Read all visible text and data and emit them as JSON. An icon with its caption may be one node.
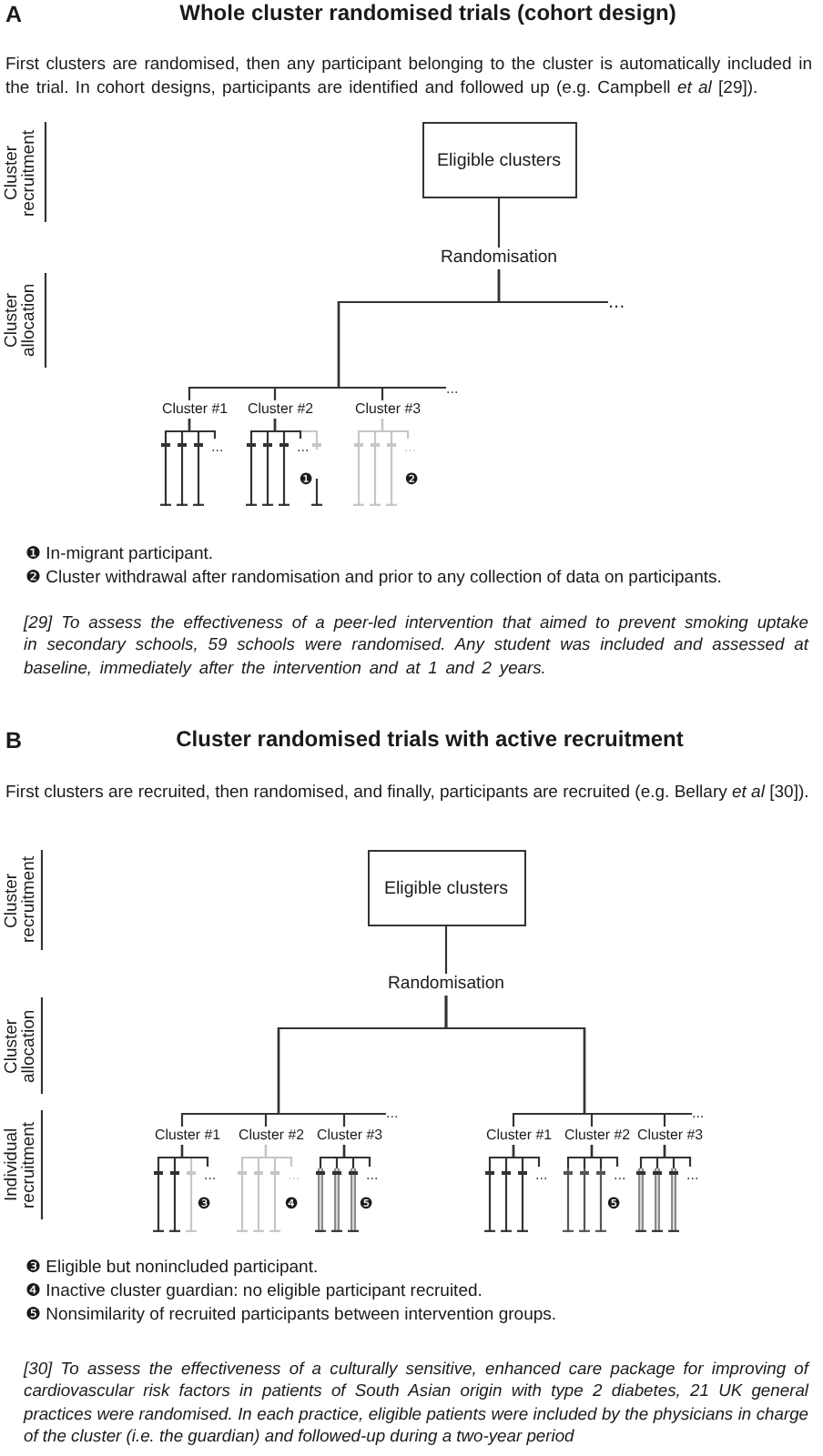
{
  "diagram": {
    "nodes": [
      {
        "text": [
          "Eligible clusters"
        ]
      },
      {
        "text": [
          "Randomisation"
        ]
      },
      {
        "text": [
          "..."
        ]
      },
      {
        "text": [
          "Cluster #1"
        ]
      },
      {
        "text": [
          "Cluster #2"
        ]
      },
      {
        "text": [
          "Cluster #3"
        ]
      },
      {
        "text": [
          "..."
        ]
      },
      {
        "text": [],
        "shape": "bar"
      },
      {
        "text": [],
        "shape": "bar"
      },
      {
        "text": [],
        "shape": "bar"
      },
      {
        "text": [
          "..."
        ]
      },
      {
        "text": [],
        "shape": "bar"
      },
      {
        "text": [],
        "shape": "bar"
      },
      {
        "text": [],
        "shape": "bar"
      },
      {
        "text": [
          "..."
        ]
      },
      {
        "text": [],
        "shape": "bar"
      },
      {
        "text": [],
        "shape": "bar"
      },
      {
        "text": [],
        "shape": "bar"
      },
      {
        "text": [],
        "shape": "bar"
      },
      {
        "text": [
          "..."
        ]
      },
      {
        "text": [
          "Eligible clusters"
        ]
      },
      {
        "text": [
          "Randomisation"
        ]
      },
      {
        "text": [
          "Cluster #1"
        ]
      },
      {
        "text": [
          "Cluster #2"
        ]
      },
      {
        "text": [
          "Cluster #3"
        ]
      },
      {
        "text": [
          "..."
        ]
      },
      {
        "text": [
          "Cluster #1"
        ]
      },
      {
        "text": [
          "Cluster #2"
        ]
      },
      {
        "text": [
          "Cluster #3"
        ]
      },
      {
        "text": [
          "..."
        ]
      },
      {
        "text": [],
        "shape": "bar"
      },
      {
        "text": [],
        "shape": "bar"
      },
      {
        "text": [],
        "shape": "bar"
      },
      {
        "text": [
          "..."
        ]
      },
      {
        "text": [],
        "shape": "bar"
      },
      {
        "text": [],
        "shape": "bar"
      },
      {
        "text": [],
        "shape": "bar"
      },
      {
        "text": [
          "..."
        ]
      },
      {
        "text": [],
        "shape": "bar"
      },
      {
        "text": [],
        "shape": "bar"
      },
      {
        "text": [],
        "shape": "bar"
      },
      {
        "text": [
          "..."
        ]
      },
      {
        "text": [],
        "shape": "bar"
      },
      {
        "text": [],
        "shape": "bar"
      },
      {
        "text": [],
        "shape": "bar"
      },
      {
        "text": [
          "..."
        ]
      },
      {
        "text": [],
        "shape": "bar"
      },
      {
        "text": [],
        "shape": "bar"
      },
      {
        "text": [],
        "shape": "bar"
      },
      {
        "text": [
          "..."
        ]
      },
      {
        "text": [],
        "shape": "bar"
      },
      {
        "text": [],
        "shape": "bar"
      },
      {
        "text": [],
        "shape": "bar"
      },
      {
        "text": [
          "..."
        ]
      }
    ],
    "edges": [
      {
        "from": 0,
        "to": 1,
        "arrow": "none"
      },
      {
        "from": 1,
        "to": 2,
        "arrow": "none"
      },
      {
        "from": 1,
        "to": 3,
        "arrow": "none"
      },
      {
        "from": 1,
        "to": 4,
        "arrow": "none"
      },
      {
        "from": 1,
        "to": 5,
        "arrow": "none"
      },
      {
        "from": 1,
        "to": 6,
        "arrow": "none"
      },
      {
        "from": 3,
        "to": 7,
        "arrow": "none"
      },
      {
        "from": 3,
        "to": 8,
        "arrow": "none"
      },
      {
        "from": 3,
        "to": 9,
        "arrow": "none"
      },
      {
        "from": 3,
        "to": 10,
        "arrow": "none"
      },
      {
        "from": 4,
        "to": 11,
        "arrow": "none"
      },
      {
        "from": 4,
        "to": 12,
        "arrow": "none"
      },
      {
        "from": 4,
        "to": 13,
        "arrow": "none"
      },
      {
        "from": 4,
        "to": 14,
        "arrow": "none"
      },
      {
        "from": 4,
        "to": 15,
        "arrow": "none",
        "color": "#c6c6c6"
      },
      {
        "from": 5,
        "to": 16,
        "arrow": "none",
        "color": "#c6c6c6"
      },
      {
        "from": 5,
        "to": 17,
        "arrow": "none",
        "color": "#c6c6c6"
      },
      {
        "from": 5,
        "to": 18,
        "arrow": "none",
        "color": "#c6c6c6"
      },
      {
        "from": 5,
        "to": 19,
        "arrow": "none",
        "color": "#c6c6c6"
      },
      {
        "from": 20,
        "to": 21,
        "arrow": "none"
      },
      {
        "from": 21,
        "to": 22,
        "arrow": "none"
      },
      {
        "from": 21,
        "to": 23,
        "arrow": "none"
      },
      {
        "from": 21,
        "to": 24,
        "arrow": "none"
      },
      {
        "from": 21,
        "to": 25,
        "arrow": "none"
      },
      {
        "from": 21,
        "to": 26,
        "arrow": "none"
      },
      {
        "from": 21,
        "to": 27,
        "arrow": "none"
      },
      {
        "from": 21,
        "to": 28,
        "arrow": "none"
      },
      {
        "from": 21,
        "to": 29,
        "arrow": "none"
      },
      {
        "from": 22,
        "to": 30,
        "arrow": "none"
      },
      {
        "from": 22,
        "to": 31,
        "arrow": "none"
      },
      {
        "from": 22,
        "to": 32,
        "arrow": "none",
        "color": "#c6c6c6"
      },
      {
        "from": 22,
        "to": 33,
        "arrow": "none"
      },
      {
        "from": 23,
        "to": 34,
        "arrow": "none",
        "color": "#c6c6c6"
      },
      {
        "from": 23,
        "to": 35,
        "arrow": "none",
        "color": "#c6c6c6"
      },
      {
        "from": 23,
        "to": 36,
        "arrow": "none",
        "color": "#c6c6c6"
      },
      {
        "from": 23,
        "to": 37,
        "arrow": "none",
        "color": "#c6c6c6"
      },
      {
        "from": 24,
        "to": 38,
        "arrow": "none"
      },
      {
        "from": 24,
        "to": 39,
        "arrow": "none"
      },
      {
        "from": 24,
        "to": 40,
        "arrow": "none"
      },
      {
        "from": 24,
        "to": 41,
        "arrow": "none"
      },
      {
        "from": 26,
        "to": 42,
        "arrow": "none"
      },
      {
        "from": 26,
        "to": 43,
        "arrow": "none"
      },
      {
        "from": 26,
        "to": 44,
        "arrow": "none"
      },
      {
        "from": 26,
        "to": 45,
        "arrow": "none"
      },
      {
        "from": 27,
        "to": 46,
        "arrow": "none"
      },
      {
        "from": 27,
        "to": 47,
        "arrow": "none"
      },
      {
        "from": 27,
        "to": 48,
        "arrow": "none"
      },
      {
        "from": 27,
        "to": 49,
        "arrow": "none"
      },
      {
        "from": 28,
        "to": 50,
        "arrow": "none"
      },
      {
        "from": 28,
        "to": 51,
        "arrow": "none"
      },
      {
        "from": 28,
        "to": 52,
        "arrow": "none"
      },
      {
        "from": 28,
        "to": 53,
        "arrow": "none"
      }
    ],
    "labels": [
      "A",
      "Whole cluster randomised trials (cohort design)",
      "First clusters are randomised, then any participant belonging to the cluster is automatically included in the trial. In cohort designs, participants are identified and followed up (e.g. Campbell *et al* [29]).",
      "Cluster recruitment",
      "Cluster allocation",
      "❶",
      "❷",
      "❶ In-migrant participant.",
      "❷ Cluster withdrawal after randomisation and prior to any collection of data on participants.",
      "[29] To assess the effectiveness of a peer-led intervention that aimed to prevent smoking uptake in secondary schools, 59 schools were randomised. Any student was included and assessed at baseline, immediately after the intervention and at 1 and 2 years.",
      "B",
      "Cluster randomised trials with active recruitment",
      "First clusters are recruited, then randomised, and finally, participants are recruited (e.g. Bellary *et al* [30]).",
      "Cluster recruitment",
      "Cluster allocation",
      "Individual recruitment",
      "❸",
      "❹",
      "❺",
      "❺",
      "❸ Eligible but nonincluded participant.",
      "❹ Inactive cluster guardian: no eligible participant recruited.",
      "❺ Nonsimilarity of recruited participants between intervention groups.",
      "[30] To assess the effectiveness of a culturally sensitive, enhanced care package for improving of cardiovascular risk factors in patients of South Asian origin with type 2 diabetes, 21 UK general practices were randomised. In each practice, eligible patients were included by the physicians in charge of the cluster (i.e. the guardian) and followed-up during a two-year period"
    ]
  }
}
